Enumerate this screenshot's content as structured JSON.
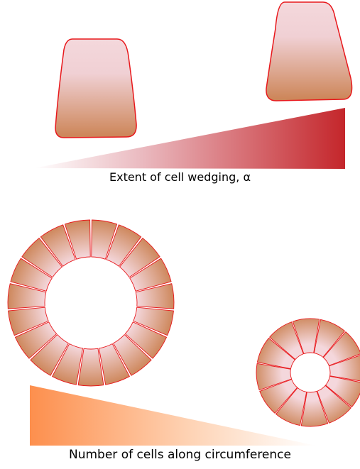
{
  "panel_top": {
    "caption": "Extent of cell wedging, α",
    "wedge_gradient": [
      "#ffffff",
      "#c4262b"
    ]
  },
  "panel_bottom": {
    "caption": "Number of cells along circumference",
    "wedge_gradient": [
      "#fd8f4d",
      "#ffffff"
    ],
    "rings": [
      {
        "name": "large-ring",
        "cell_count": 19
      },
      {
        "name": "small-ring",
        "cell_count": 12
      }
    ]
  },
  "colors": {
    "cell_outline": "#e8181c",
    "cell_fill_light": "#f4d7dc",
    "cell_fill_dark": "#cd865a"
  }
}
